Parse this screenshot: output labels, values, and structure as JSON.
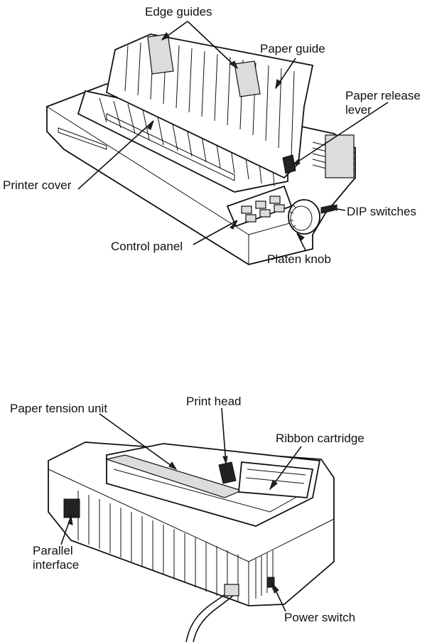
{
  "figure_top": {
    "labels": {
      "edge_guides": "Edge guides",
      "paper_guide": "Paper guide",
      "paper_release_lever_line1": "Paper release",
      "paper_release_lever_line2": "lever",
      "printer_cover": "Printer cover",
      "dip_switches": "DIP switches",
      "control_panel": "Control panel",
      "platen_knob": "Platen knob"
    }
  },
  "figure_bottom": {
    "labels": {
      "paper_tension_unit": "Paper tension unit",
      "print_head": "Print head",
      "ribbon_cartridge": "Ribbon cartridge",
      "parallel_interface_line1": "Parallel",
      "parallel_interface_line2": "interface",
      "power_switch": "Power switch"
    }
  }
}
